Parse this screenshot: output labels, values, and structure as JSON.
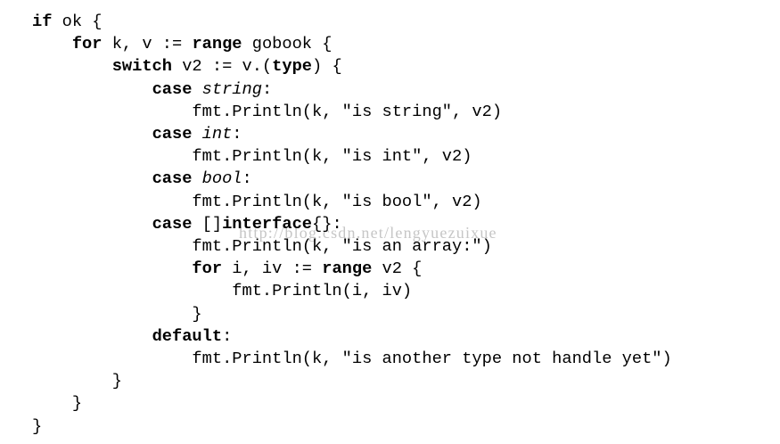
{
  "page": {
    "background_color": "#ffffff",
    "code_text_color": "#000000",
    "keyword_style": "bold",
    "type_style": "italic"
  },
  "watermark": {
    "text": "http://blog.csdn.net/lengyuezuixue",
    "color": "#c6c6c6"
  },
  "code": {
    "language": "go",
    "lines": [
      {
        "indent": 0,
        "tokens": [
          [
            "kw",
            "if"
          ],
          [
            "pl",
            " ok {"
          ]
        ]
      },
      {
        "indent": 1,
        "tokens": [
          [
            "kw",
            "for"
          ],
          [
            "pl",
            " k, v := "
          ],
          [
            "kw",
            "range"
          ],
          [
            "pl",
            " gobook {"
          ]
        ]
      },
      {
        "indent": 2,
        "tokens": [
          [
            "kw",
            "switch"
          ],
          [
            "pl",
            " v2 := v.("
          ],
          [
            "kw",
            "type"
          ],
          [
            "pl",
            ") {"
          ]
        ]
      },
      {
        "indent": 3,
        "tokens": [
          [
            "kw",
            "case"
          ],
          [
            "pl",
            " "
          ],
          [
            "it",
            "string"
          ],
          [
            "pl",
            ":"
          ]
        ]
      },
      {
        "indent": 4,
        "tokens": [
          [
            "pl",
            "fmt.Println(k, \"is string\", v2)"
          ]
        ]
      },
      {
        "indent": 3,
        "tokens": [
          [
            "kw",
            "case"
          ],
          [
            "pl",
            " "
          ],
          [
            "it",
            "int"
          ],
          [
            "pl",
            ":"
          ]
        ]
      },
      {
        "indent": 4,
        "tokens": [
          [
            "pl",
            "fmt.Println(k, \"is int\", v2)"
          ]
        ]
      },
      {
        "indent": 3,
        "tokens": [
          [
            "kw",
            "case"
          ],
          [
            "pl",
            " "
          ],
          [
            "it",
            "bool"
          ],
          [
            "pl",
            ":"
          ]
        ]
      },
      {
        "indent": 4,
        "tokens": [
          [
            "pl",
            "fmt.Println(k, \"is bool\", v2)"
          ]
        ]
      },
      {
        "indent": 3,
        "tokens": [
          [
            "kw",
            "case"
          ],
          [
            "pl",
            " []"
          ],
          [
            "kw",
            "interface"
          ],
          [
            "pl",
            "{}:"
          ]
        ]
      },
      {
        "indent": 4,
        "tokens": [
          [
            "pl",
            "fmt.Println(k, \"is an array:\")"
          ]
        ]
      },
      {
        "indent": 4,
        "tokens": [
          [
            "kw",
            "for"
          ],
          [
            "pl",
            " i, iv := "
          ],
          [
            "kw",
            "range"
          ],
          [
            "pl",
            " v2 {"
          ]
        ]
      },
      {
        "indent": 5,
        "tokens": [
          [
            "pl",
            "fmt.Println(i, iv)"
          ]
        ]
      },
      {
        "indent": 4,
        "tokens": [
          [
            "pl",
            "}"
          ]
        ]
      },
      {
        "indent": 3,
        "tokens": [
          [
            "kw",
            "default"
          ],
          [
            "pl",
            ":"
          ]
        ]
      },
      {
        "indent": 4,
        "tokens": [
          [
            "pl",
            "fmt.Println(k, \"is another type not handle yet\")"
          ]
        ]
      },
      {
        "indent": 2,
        "tokens": [
          [
            "pl",
            "}"
          ]
        ]
      },
      {
        "indent": 1,
        "tokens": [
          [
            "pl",
            "}"
          ]
        ]
      },
      {
        "indent": 0,
        "tokens": [
          [
            "pl",
            "}"
          ]
        ]
      }
    ]
  }
}
